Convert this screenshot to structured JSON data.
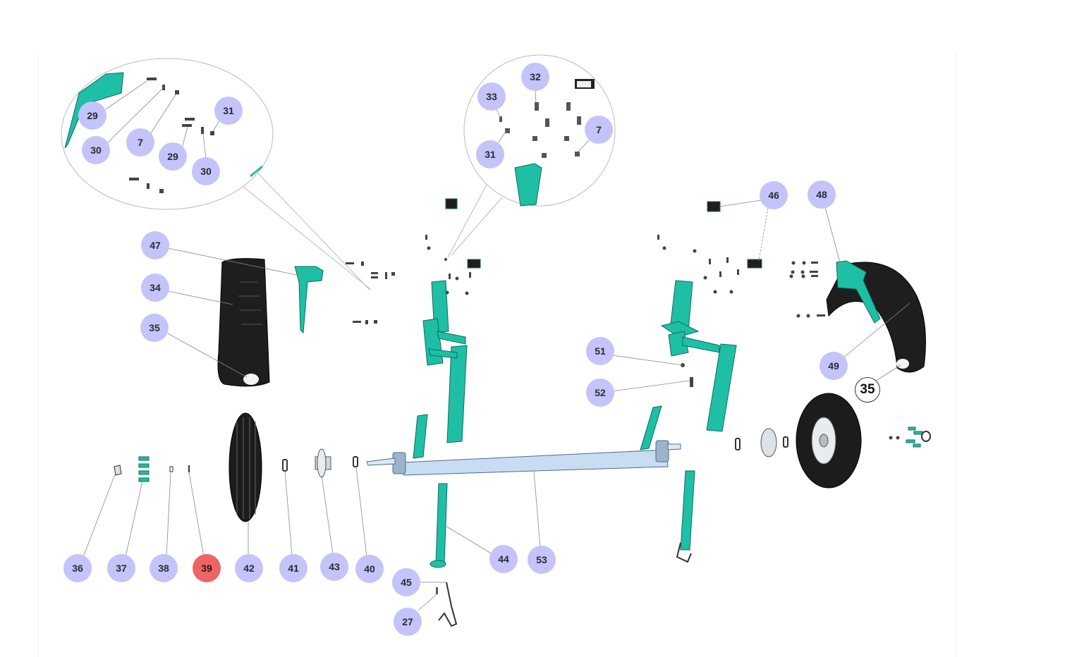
{
  "colors": {
    "callout": "#c4c4fb",
    "callout_active": "#ef6464",
    "frame": "#1fbfa5",
    "tire": "#1c1c1c",
    "axle": "#c8ddf2"
  },
  "callouts": [
    {
      "id": "c29a",
      "label": "29"
    },
    {
      "id": "c30a",
      "label": "30"
    },
    {
      "id": "c7a",
      "label": "7"
    },
    {
      "id": "c29b",
      "label": "29"
    },
    {
      "id": "c30b",
      "label": "30"
    },
    {
      "id": "c31a",
      "label": "31"
    },
    {
      "id": "c32",
      "label": "32"
    },
    {
      "id": "c33",
      "label": "33"
    },
    {
      "id": "c31b",
      "label": "31"
    },
    {
      "id": "c7b",
      "label": "7"
    },
    {
      "id": "c46",
      "label": "46"
    },
    {
      "id": "c48",
      "label": "48"
    },
    {
      "id": "c47",
      "label": "47"
    },
    {
      "id": "c34",
      "label": "34"
    },
    {
      "id": "c35",
      "label": "35"
    },
    {
      "id": "c51",
      "label": "51"
    },
    {
      "id": "c52",
      "label": "52"
    },
    {
      "id": "c49",
      "label": "49"
    },
    {
      "id": "c36",
      "label": "36"
    },
    {
      "id": "c37",
      "label": "37"
    },
    {
      "id": "c38",
      "label": "38"
    },
    {
      "id": "c39",
      "label": "39",
      "active": true
    },
    {
      "id": "c42",
      "label": "42"
    },
    {
      "id": "c41",
      "label": "41"
    },
    {
      "id": "c43",
      "label": "43"
    },
    {
      "id": "c40",
      "label": "40"
    },
    {
      "id": "c44",
      "label": "44"
    },
    {
      "id": "c53",
      "label": "53"
    },
    {
      "id": "c45",
      "label": "45"
    },
    {
      "id": "c27",
      "label": "27"
    }
  ],
  "plain_label": "35"
}
